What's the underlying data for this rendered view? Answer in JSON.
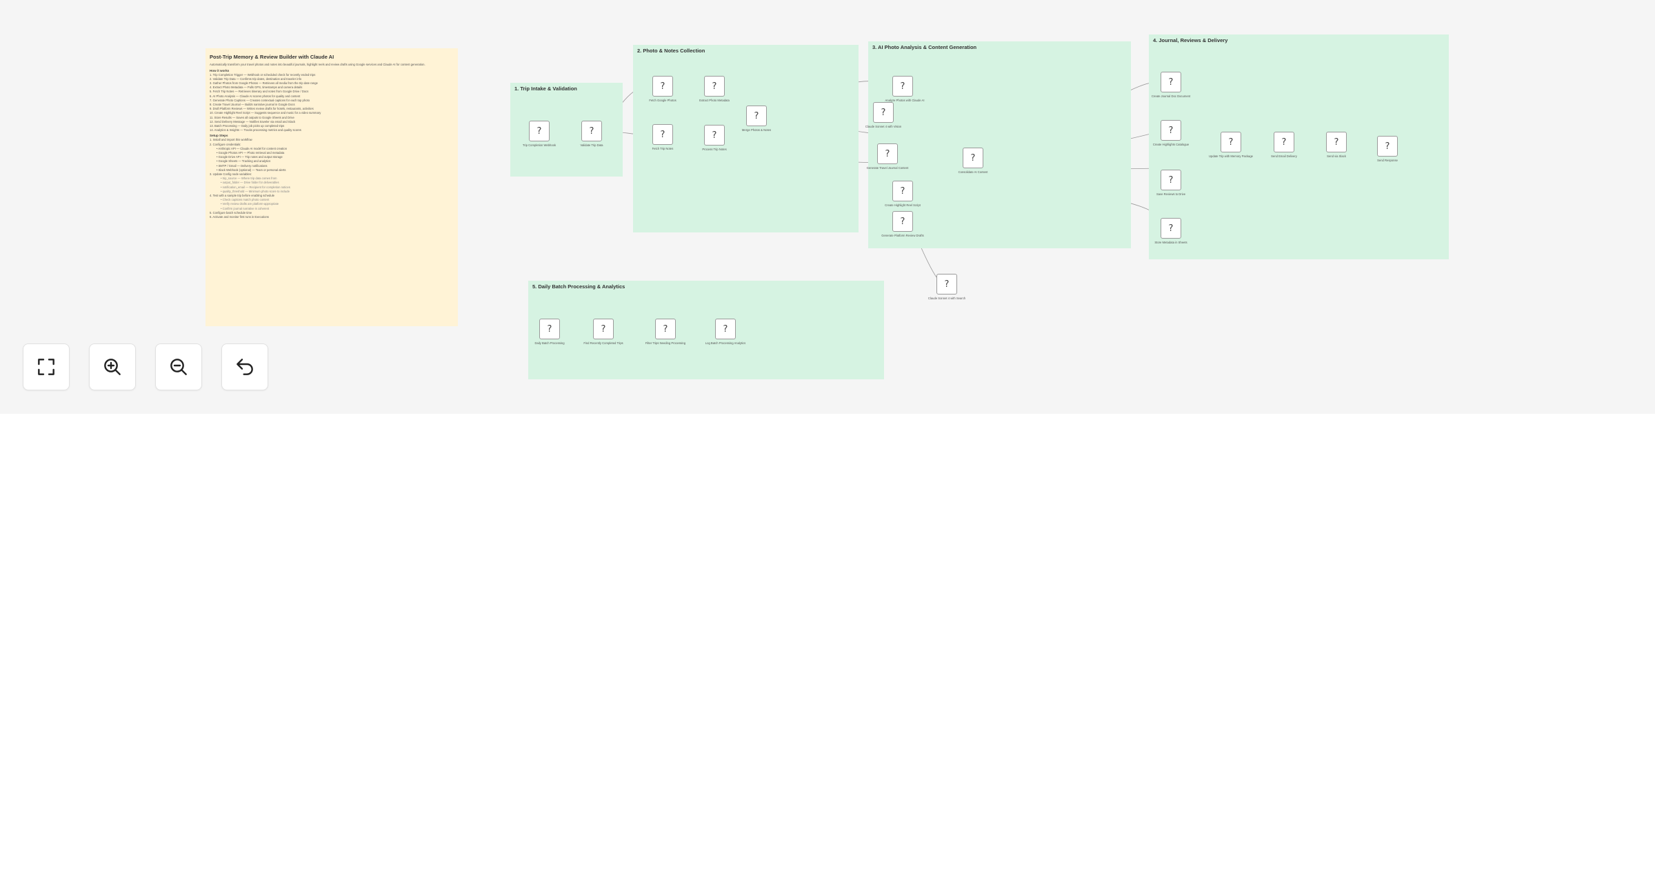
{
  "sticky": {
    "title": "Post-Trip Memory & Review Builder with Claude AI",
    "description": "Automatically transform your travel photos and notes into beautiful journals, highlight reels and review drafts using Google services and Claude AI for content generation.",
    "sections": [
      {
        "heading": "How it works",
        "lines": [
          "1. Trip Completion Trigger — Webhook or scheduled check for recently ended trips",
          "2. Validate Trip Data — Confirms trip dates, destination and traveler info",
          "3. Gather Photos from Google Photos — Retrieves all media from the trip date range",
          "4. Extract Photo Metadata — Pulls GPS, timestamps and camera details",
          "5. Fetch Trip Notes — Retrieves itinerary and notes from Google Drive / Docs",
          "6. AI Photo Analysis — Claude AI scores photos for quality and content",
          "7. Generate Photo Captions — Creates contextual captions for each top photo",
          "8. Create Travel Journal — Builds narrative journal in Google Docs",
          "9. Draft Platform Reviews — Writes review drafts for hotels, restaurants, activities",
          "10. Create Highlight Reel Script — Suggests sequence and music for a video summary",
          "11. Store Results — Saves all outputs to Google Sheets and Drive",
          "12. Send Delivery Message — Notifies traveler via email and Slack",
          "13. Batch Processing — Daily job picks up completed trips",
          "14. Analytics & Insights — Tracks processing metrics and quality scores"
        ]
      },
      {
        "heading": "Setup Steps",
        "lines": [
          "1. Install and import this workflow",
          "2. Configure credentials:",
          "• Anthropic API — Claude AI model for content creation",
          "• Google Photos API — Photo retrieval and metadata",
          "• Google Drive API — Trip notes and output storage",
          "• Google Sheets — Tracking and analytics",
          "• SMTP / Gmail — Delivery notifications",
          "• Slack Webhook (optional) — Team or personal alerts",
          "3. Update Config node variables:",
          "• trip_source — Where trip data comes from",
          "• output_folder — Drive folder for deliverables",
          "• notification_email — Recipient for completion notices",
          "• quality_threshold — Minimum photo score to include",
          "4. Test with a sample trip before enabling schedule",
          "• Check captions match photo content",
          "• Verify review drafts are platform-appropriate",
          "• Confirm journal narrative is coherent",
          "5. Configure batch schedule time",
          "6. Activate and monitor first runs in Executions"
        ]
      }
    ]
  },
  "groups": [
    {
      "id": "g1",
      "title": "1. Trip Intake & Validation"
    },
    {
      "id": "g2",
      "title": "2. Photo & Notes Collection"
    },
    {
      "id": "g3",
      "title": "3. AI Photo Analysis & Content Generation"
    },
    {
      "id": "g4",
      "title": "4. Journal, Reviews & Delivery"
    },
    {
      "id": "g5",
      "title": "5. Daily Batch Processing & Analytics"
    }
  ],
  "node_glyph": "?",
  "nodes": [
    {
      "id": "n1",
      "label": "Trip Completion Webhook"
    },
    {
      "id": "n2",
      "label": "Validate Trip Data"
    },
    {
      "id": "n3",
      "label": "Fetch Google Photos"
    },
    {
      "id": "n4",
      "label": "Extract Photo Metadata"
    },
    {
      "id": "n5",
      "label": "Fetch Trip Notes"
    },
    {
      "id": "n6",
      "label": "Process Trip Notes"
    },
    {
      "id": "n7",
      "label": "Merge Photos & Notes"
    },
    {
      "id": "n8",
      "label": "Analyze Photos with Claude AI"
    },
    {
      "id": "n9",
      "label": "Claude Sonnet 4 with Vision"
    },
    {
      "id": "n10",
      "label": "Generate Travel Journal Content"
    },
    {
      "id": "n11",
      "label": "Create Highlight Reel Script"
    },
    {
      "id": "n12",
      "label": "Generate Platform Review Drafts"
    },
    {
      "id": "n13",
      "label": "Consolidate AI Content"
    },
    {
      "id": "n14",
      "label": "Claude Sonnet 4 with Search"
    },
    {
      "id": "n15",
      "label": "Create Journal Doc Document"
    },
    {
      "id": "n16",
      "label": "Create Highlights Catalogue"
    },
    {
      "id": "n17",
      "label": "Save Reviews to Drive"
    },
    {
      "id": "n18",
      "label": "Store Metadata in Sheets"
    },
    {
      "id": "n19",
      "label": "Update Trip with Memory Package"
    },
    {
      "id": "n20",
      "label": "Send Email Delivery"
    },
    {
      "id": "n21",
      "label": "Send via Slack"
    },
    {
      "id": "n22",
      "label": "Send Response"
    },
    {
      "id": "n23",
      "label": "Daily Batch Processing"
    },
    {
      "id": "n24",
      "label": "Find Recently Completed Trips"
    },
    {
      "id": "n25",
      "label": "Filter Trips Needing Processing"
    },
    {
      "id": "n26",
      "label": "Log Batch Processing Analytics"
    }
  ],
  "controls": {
    "fit": "fit-view",
    "zoom_in": "zoom-in",
    "zoom_out": "zoom-out",
    "reset": "reset-view"
  },
  "colors": {
    "canvas": "#f5f5f5",
    "sticky_main": "#fff3d6",
    "group": "#d6f3e2",
    "edge": "#9a9a9a"
  }
}
